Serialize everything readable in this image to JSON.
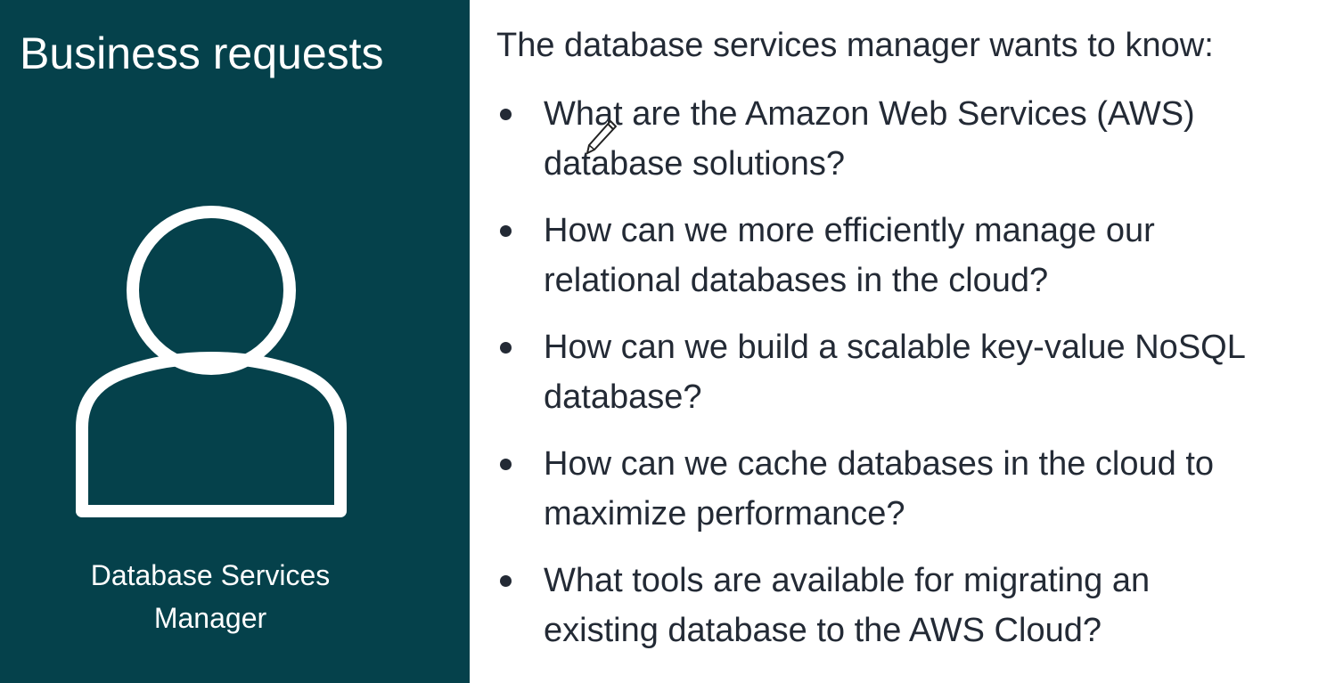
{
  "left_panel": {
    "title": "Business requests",
    "icon": "person-icon",
    "caption_line1": "Database Services",
    "caption_line2": "Manager",
    "background": "#05414b"
  },
  "right_panel": {
    "intro": "The database services manager wants to know:",
    "questions": [
      {
        "line1": "What are the Amazon Web Services (AWS)",
        "line2": "database solutions?"
      },
      {
        "line1": "How can we more efficiently manage our",
        "line2": "relational databases in the cloud?"
      },
      {
        "line1": "How can we build a scalable key-value NoSQL",
        "line2": "database?"
      },
      {
        "line1": "How can we cache databases in the cloud to",
        "line2": "maximize performance?"
      },
      {
        "line1": "What tools are available for migrating an",
        "line2": "existing database to the AWS Cloud?"
      }
    ]
  },
  "overlay": {
    "cursor_icon": "pen-cursor-icon"
  }
}
